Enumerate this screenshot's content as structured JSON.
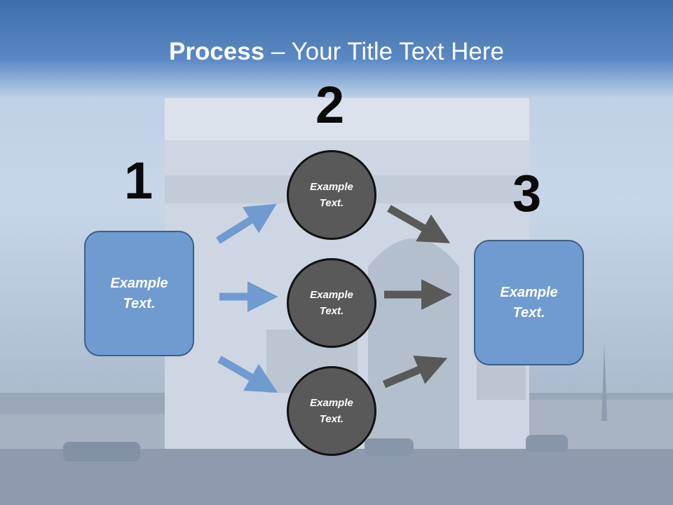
{
  "title": {
    "bold": "Process",
    "rest": " – Your Title Text Here"
  },
  "steps": [
    "1",
    "2",
    "3"
  ],
  "left_box": {
    "line1": "Example",
    "line2": "Text."
  },
  "right_box": {
    "line1": "Example",
    "line2": "Text."
  },
  "circles": [
    {
      "line1": "Example",
      "line2": "Text."
    },
    {
      "line1": "Example",
      "line2": "Text."
    },
    {
      "line1": "Example",
      "line2": "Text."
    }
  ],
  "colors": {
    "title_band": "#4a7bb8",
    "box_fill": "#6f9bd0",
    "circle_fill": "#595959",
    "left_arrows": "#6f9bd0",
    "right_arrows": "#595959"
  }
}
